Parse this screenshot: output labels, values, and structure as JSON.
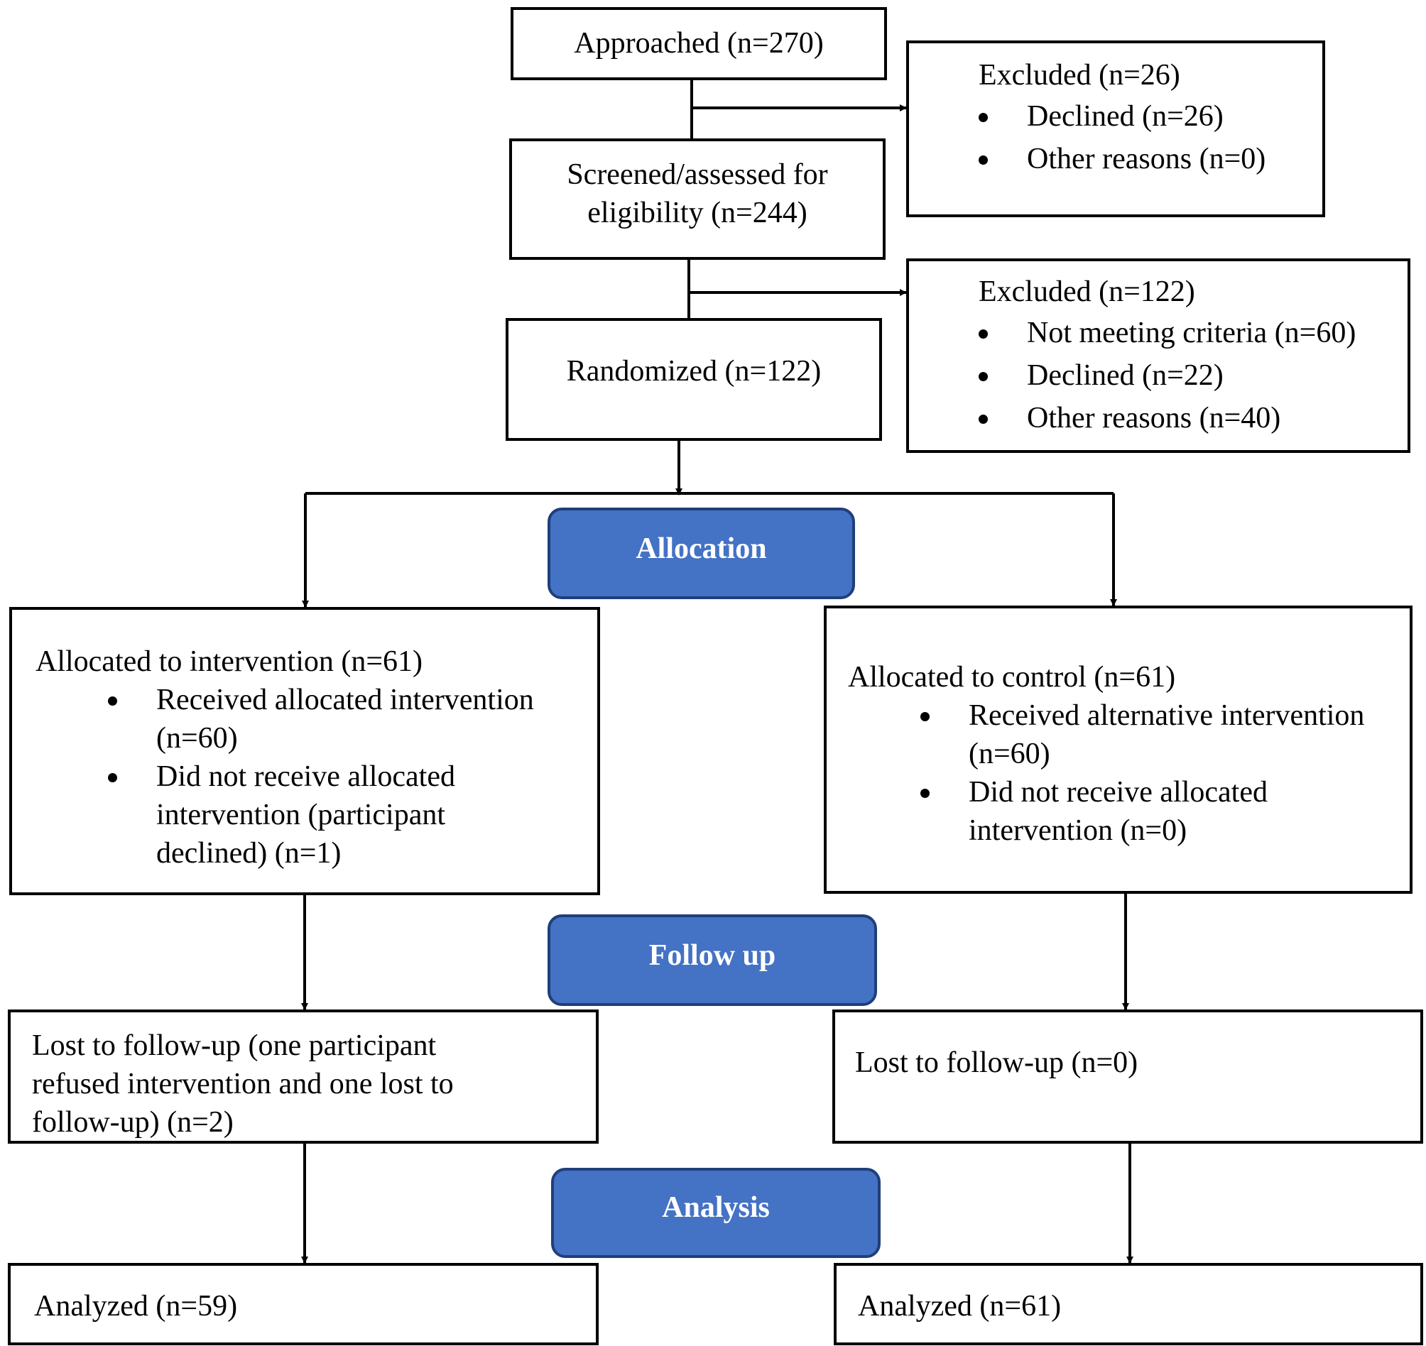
{
  "colors": {
    "stage_fill": "#4472c4",
    "stage_border": "#1f3f7a",
    "line": "#000000"
  },
  "enrollment": {
    "approached": "Approached (n=270)",
    "screened_line1": "Screened/assessed for",
    "screened_line2": "eligibility (n=244)",
    "randomized": "Randomized (n=122)",
    "excluded_1": {
      "title": "Excluded (n=26)",
      "items": [
        "Declined (n=26)",
        "Other reasons (n=0)"
      ]
    },
    "excluded_2": {
      "title": "Excluded (n=122)",
      "items": [
        "Not meeting criteria (n=60)",
        "Declined (n=22)",
        "Other reasons (n=40)"
      ]
    }
  },
  "stages": {
    "allocation": "Allocation",
    "follow_up": "Follow up",
    "analysis": "Analysis"
  },
  "intervention": {
    "allocated_title": "Allocated to intervention (n=61)",
    "allocated_items": [
      [
        "Received allocated intervention",
        "(n=60)"
      ],
      [
        "Did not receive allocated",
        "intervention (participant",
        "declined) (n=1)"
      ]
    ],
    "lost": [
      "Lost to follow-up (one participant",
      "refused intervention and one lost to",
      "follow-up) (n=2)"
    ],
    "analyzed": "Analyzed (n=59)"
  },
  "control": {
    "allocated_title": "Allocated to control (n=61)",
    "allocated_items": [
      [
        "Received alternative intervention",
        "(n=60)"
      ],
      [
        "Did not receive allocated",
        "intervention (n=0)"
      ]
    ],
    "lost": "Lost to follow-up (n=0)",
    "analyzed": "Analyzed (n=61)"
  }
}
